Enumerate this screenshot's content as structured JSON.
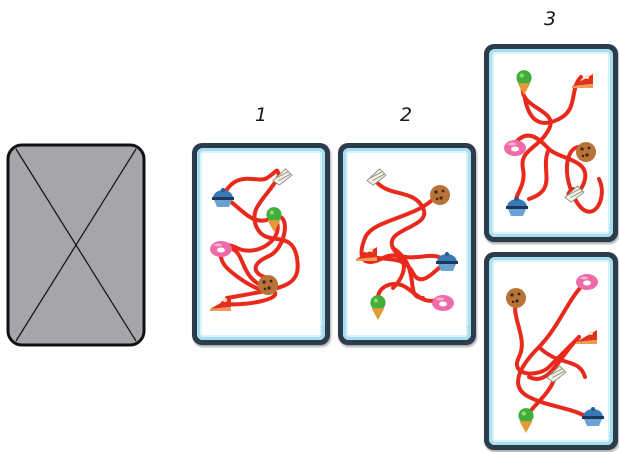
{
  "columns": [
    {
      "label": "1"
    },
    {
      "label": "2"
    },
    {
      "label": "3"
    }
  ],
  "draw_pile": {
    "face": "down"
  },
  "cards": [
    {
      "column": "1",
      "treats": [
        "cupcake-icon",
        "ice-cream-icon",
        "cake-slice-icon",
        "donut-icon",
        "cookie-icon",
        "pie-slice-icon"
      ]
    },
    {
      "column": "2",
      "treats": [
        "cake-slice-icon",
        "cookie-icon",
        "pie-slice-icon",
        "cupcake-icon",
        "ice-cream-icon",
        "donut-icon"
      ]
    },
    {
      "column": "3",
      "treats": [
        "ice-cream-icon",
        "pie-slice-icon",
        "donut-icon",
        "cookie-icon",
        "cake-slice-icon",
        "cupcake-icon"
      ]
    },
    {
      "column": "3",
      "treats": [
        "cookie-icon",
        "donut-icon",
        "pie-slice-icon",
        "cake-slice-icon",
        "ice-cream-icon",
        "cupcake-icon"
      ]
    }
  ],
  "colors": {
    "card_frame": "#2d3c4c",
    "card_border": "#a8dff0",
    "path": "#e8291c",
    "back_fill": "#a5a5aa"
  }
}
